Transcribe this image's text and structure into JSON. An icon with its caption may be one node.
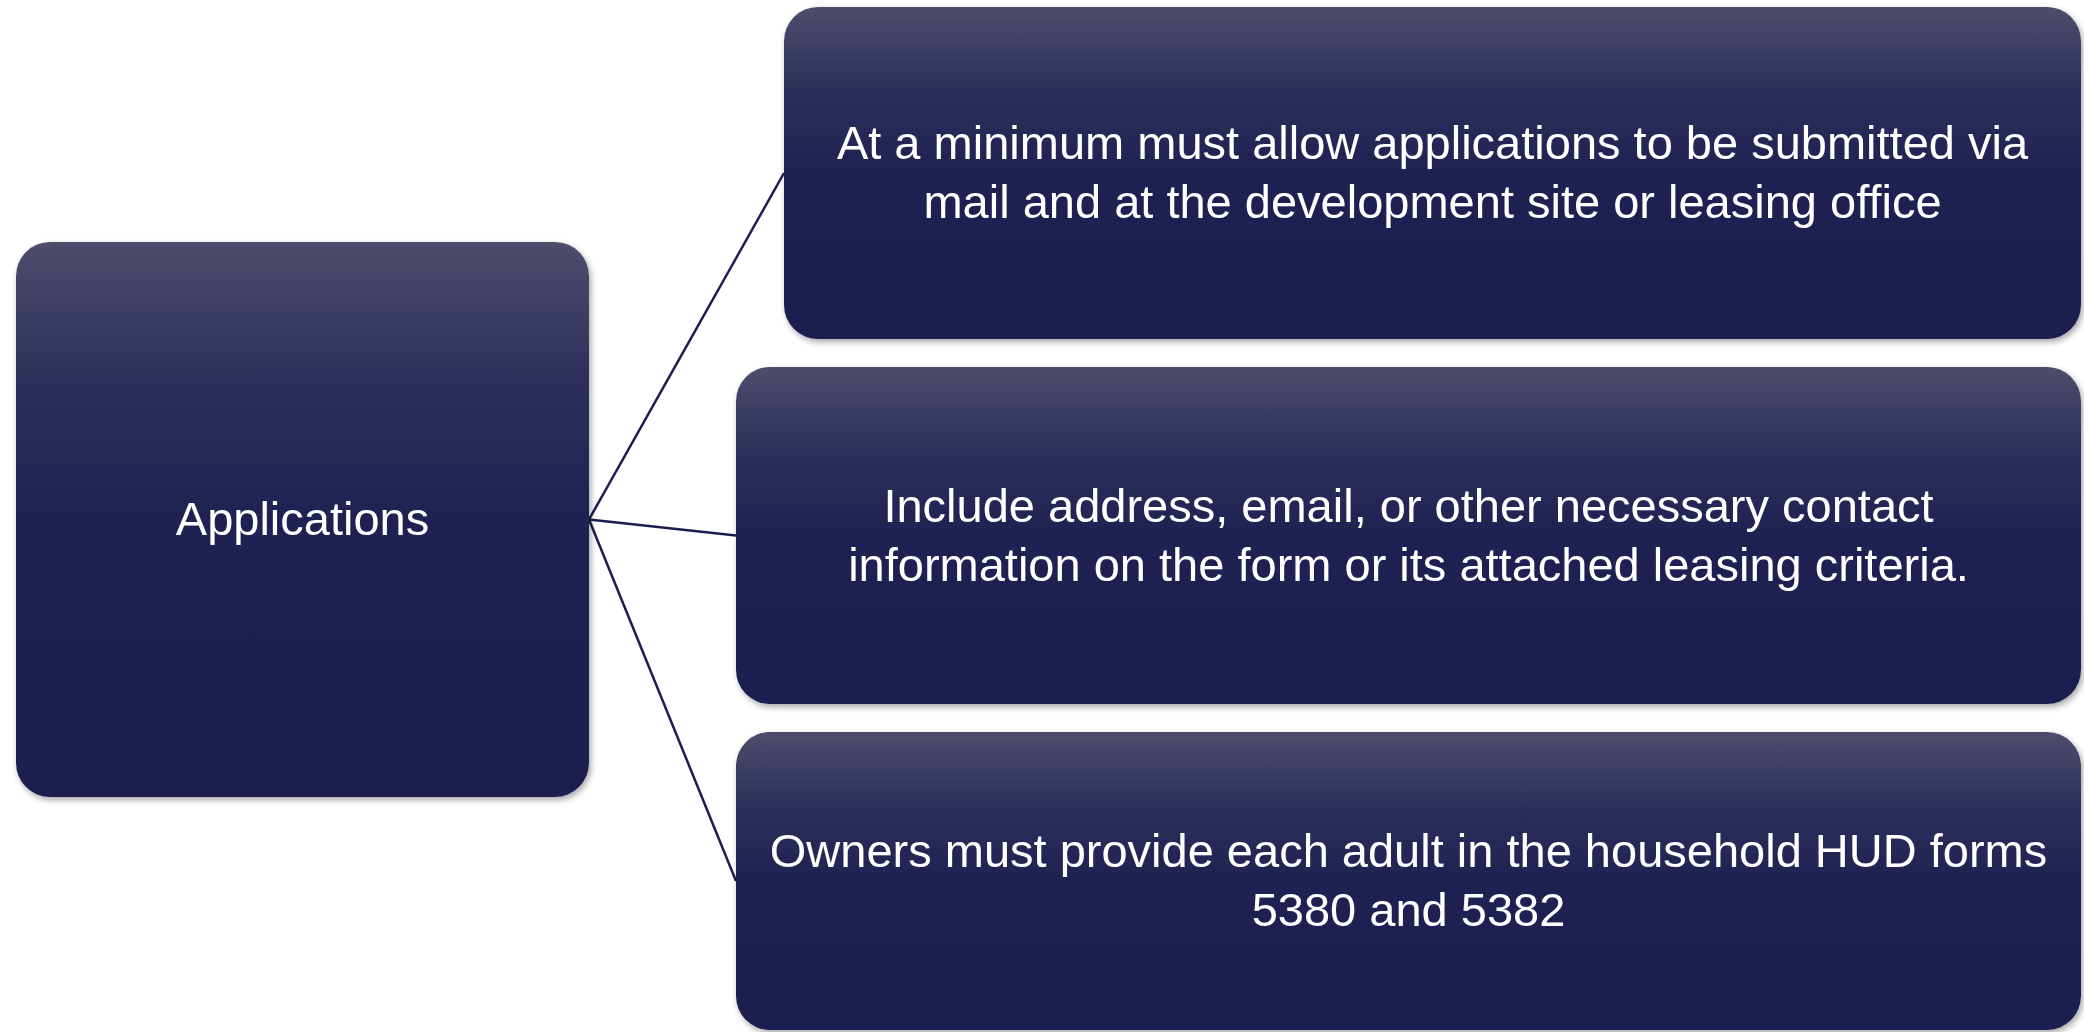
{
  "diagram": {
    "nodes": [
      {
        "text": [
          "Applications"
        ]
      },
      {
        "text": [
          "At a minimum must allow applications to be submitted via mail and at the development site or leasing office"
        ]
      },
      {
        "text": [
          "Include address, email, or other necessary contact information on the form or its attached leasing criteria."
        ]
      },
      {
        "text": [
          "Owners must provide each adult in the household HUD forms 5380 and 5382"
        ]
      }
    ],
    "edges": [
      {
        "from": 0,
        "to": 1,
        "arrow": "none"
      },
      {
        "from": 0,
        "to": 2,
        "arrow": "none"
      },
      {
        "from": 0,
        "to": 3,
        "arrow": "none"
      }
    ]
  }
}
